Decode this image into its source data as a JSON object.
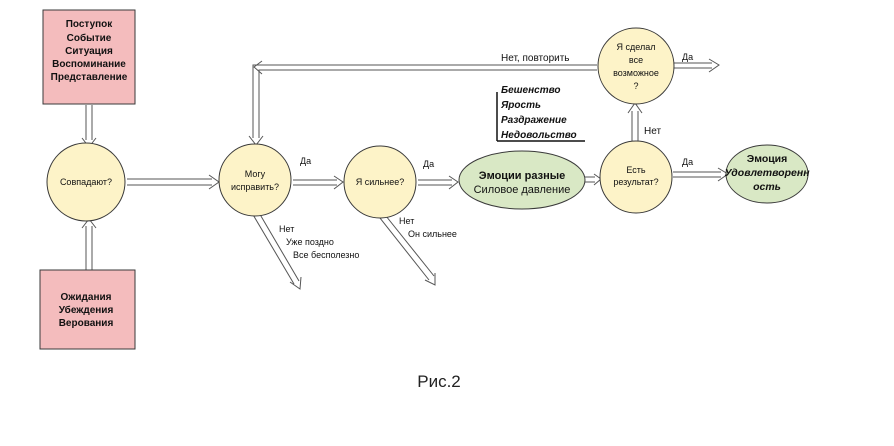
{
  "input_box_top": {
    "lines": [
      "Поступок",
      "Событие",
      "Ситуация",
      "Воспоминание",
      "Представление"
    ]
  },
  "input_box_bottom": {
    "lines": [
      "Ожидания",
      "Убеждения",
      "Верования"
    ]
  },
  "node_match": {
    "label": "Совпадают?"
  },
  "node_can_fix": {
    "lines": [
      "Могу",
      "исправить?"
    ]
  },
  "node_stronger": {
    "label": "Я сильнее?"
  },
  "node_emotions": {
    "line1": "Эмоции разные",
    "line2": "Силовое давление"
  },
  "node_result": {
    "lines": [
      "Есть",
      "результат?"
    ]
  },
  "node_did_all": {
    "lines": [
      "Я сделал",
      "все",
      "возможное",
      "?"
    ]
  },
  "node_satisfaction": {
    "line1": "Эмоция",
    "line2": "Удовлетворенн",
    "line3": "ость"
  },
  "emotion_list": [
    "Бешенство",
    "Ярость",
    "Раздражение",
    "Недовольство"
  ],
  "labels": {
    "yes_can_fix": "Да",
    "yes_stronger": "Да",
    "yes_result": "Да",
    "yes_did_all": "Да",
    "no_result": "Нет",
    "no_repeat": "Нет, повторить",
    "no_can_fix": [
      "Нет",
      "Уже поздно",
      "Все бесполезно"
    ],
    "no_stronger": [
      "Нет",
      "Он сильнее"
    ]
  },
  "caption": "Рис.2",
  "colors": {
    "box_fill": "#f4bcbd",
    "circle_fill": "#fdf3c8",
    "ellipse_fill": "#d9e8c5",
    "line": "#555555"
  }
}
